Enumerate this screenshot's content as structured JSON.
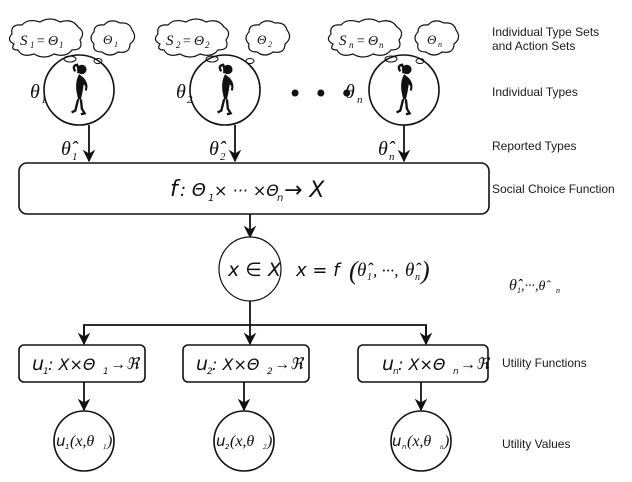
{
  "diagram": {
    "row_labels": {
      "type_sets": [
        "Individual Type Sets",
        "and Action Sets"
      ],
      "individual_types": "Individual Types",
      "reported_types": "Reported Types",
      "social_choice_function": "Social Choice Function",
      "utility_functions": "Utility Functions",
      "utility_values": "Utility Values"
    },
    "agents": [
      {
        "action_set_cloud": {
          "lhs": "S",
          "lhs_sub": "1",
          "rhs": "Θ",
          "rhs_sub": "1"
        },
        "type_set_cloud": {
          "sym": "Θ",
          "sub": "1"
        },
        "type": {
          "sym": "θ",
          "sub": "1"
        },
        "reported": {
          "sym": "θ̂",
          "sub": "1"
        },
        "utility_function": {
          "name": "u",
          "sub": "1",
          "body": ": X×Θ",
          "body_sub": "1",
          "tail": "→ℜ"
        },
        "utility_value": {
          "name": "u",
          "sub": "1",
          "args": "(x,θ",
          "args_sub": "1",
          "close": ")"
        }
      },
      {
        "action_set_cloud": {
          "lhs": "S",
          "lhs_sub": "2",
          "rhs": "Θ",
          "rhs_sub": "2"
        },
        "type_set_cloud": {
          "sym": "Θ",
          "sub": "2"
        },
        "type": {
          "sym": "θ",
          "sub": "2"
        },
        "reported": {
          "sym": "θ̂",
          "sub": "2"
        },
        "utility_function": {
          "name": "u",
          "sub": "2",
          "body": ": X×Θ",
          "body_sub": "2",
          "tail": "→ℜ"
        },
        "utility_value": {
          "name": "u",
          "sub": "2",
          "args": "(x,θ",
          "args_sub": "2",
          "close": ")"
        }
      },
      {
        "action_set_cloud": {
          "lhs": "S",
          "lhs_sub": "n",
          "rhs": "Θ",
          "rhs_sub": "n"
        },
        "type_set_cloud": {
          "sym": "Θ",
          "sub": "n"
        },
        "type": {
          "sym": "θ",
          "sub": "n"
        },
        "reported": {
          "sym": "θ̂",
          "sub": "n"
        },
        "utility_function": {
          "name": "u",
          "sub": "n",
          "body": ": X×Θ",
          "body_sub": "n",
          "tail": "→ℜ"
        },
        "utility_value": {
          "name": "u",
          "sub": "n",
          "args": "(x,θ",
          "args_sub": "n",
          "close": ")"
        }
      }
    ],
    "ellipsis": "• • •",
    "social_choice": {
      "f": "f",
      "colon": " : Θ",
      "sub1": "1",
      "mid": " × ··· ×Θ",
      "subn": "n",
      "tail": " → X"
    },
    "outcome": {
      "node": "x ∈ X",
      "equation_head": "x = f",
      "equation_args": "(θ̂",
      "equation_sub1": "1",
      "equation_mid": ", ···, θ̂",
      "equation_subn": "n",
      "equation_close": ")"
    },
    "side_annotation": {
      "first": "θ̂",
      "first_sub": "1",
      "mid": ",···,θ̂",
      "last_sub": "n"
    },
    "colors": {
      "ink": "#111111",
      "background": "#ffffff"
    }
  }
}
